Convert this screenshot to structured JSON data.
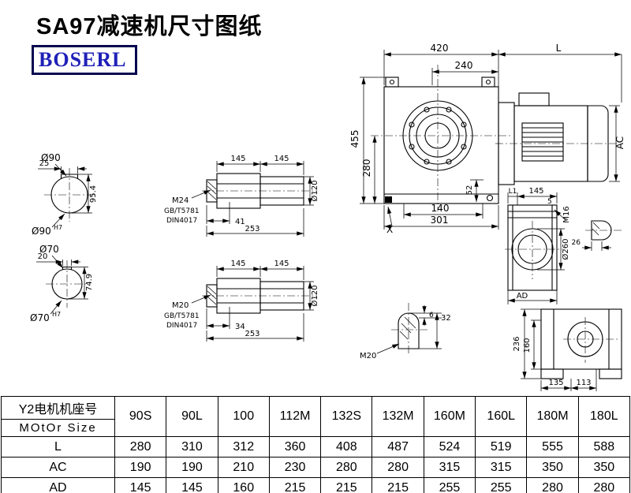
{
  "page": {
    "title": "SA97减速机尺寸图纸",
    "brand": "BOSERL"
  },
  "dims": {
    "section_a": {
      "dia": "Ø90",
      "key_w": "25",
      "key_h": "95.4",
      "bore": "Ø90",
      "tol": "H7"
    },
    "section_b": {
      "dia": "Ø70",
      "key_w": "20",
      "key_h": "74.9",
      "bore": "Ø70",
      "tol": "H7"
    },
    "shaft_a": {
      "seg1": "145",
      "seg2": "145",
      "dia": "Ø120",
      "thread": "M24",
      "std1": "GB/T5781",
      "std2": "DIN4017",
      "depth": "41",
      "len": "253"
    },
    "shaft_b": {
      "seg1": "145",
      "seg2": "145",
      "dia": "Ø120",
      "thread": "M20",
      "std1": "GB/T5781",
      "std2": "DIN4017",
      "depth": "34",
      "len": "253"
    },
    "main": {
      "top_w": "420",
      "inner_w": "240",
      "motor_l": "L",
      "total_h": "455",
      "axis_h": "280",
      "flange": "52",
      "base_a": "140",
      "base_b": "301",
      "mark": "X",
      "motor_ac": "AC"
    },
    "side": {
      "l1": "L1",
      "w": "145",
      "gap": "5",
      "thread": "M16",
      "bore": "Ø260",
      "key": "26",
      "ad": "AD"
    },
    "rear": {
      "h": "236",
      "h2": "160",
      "w1": "135",
      "w2": "113"
    },
    "detail": {
      "gap": "6",
      "len": "32",
      "thread": "M20"
    }
  },
  "table": {
    "row_header_cn": "Y2电机机座号",
    "row_header_en": "MOtOr Size",
    "sizes": [
      "90S",
      "90L",
      "100",
      "112M",
      "132S",
      "132M",
      "160M",
      "160L",
      "180M",
      "180L"
    ],
    "rows": [
      {
        "label": "L",
        "values": [
          "280",
          "310",
          "312",
          "360",
          "408",
          "487",
          "524",
          "519",
          "555",
          "588"
        ]
      },
      {
        "label": "AC",
        "values": [
          "190",
          "190",
          "210",
          "230",
          "280",
          "280",
          "315",
          "315",
          "350",
          "350"
        ]
      },
      {
        "label": "AD",
        "values": [
          "145",
          "145",
          "160",
          "215",
          "215",
          "215",
          "255",
          "255",
          "280",
          "280"
        ]
      }
    ]
  }
}
